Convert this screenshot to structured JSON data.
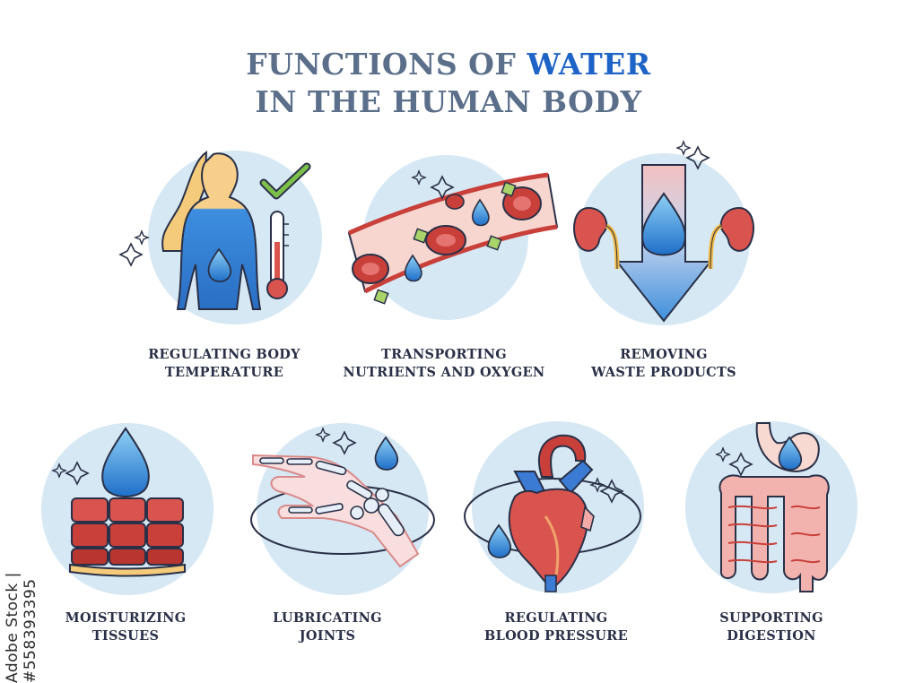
{
  "title": {
    "line1_prefix": "FUNCTIONS OF",
    "line1_accent": "WATER",
    "line2": "IN THE HUMAN BODY"
  },
  "functions": [
    {
      "line1": "REGULATING BODY",
      "line2": "TEMPERATURE",
      "icon": "body-temperature-icon"
    },
    {
      "line1": "TRANSPORTING",
      "line2": "NUTRIENTS AND OXYGEN",
      "icon": "blood-vessel-icon"
    },
    {
      "line1": "REMOVING",
      "line2": "WASTE PRODUCTS",
      "icon": "kidneys-icon"
    },
    {
      "line1": "MOISTURIZING",
      "line2": "TISSUES",
      "icon": "skin-tissue-icon"
    },
    {
      "line1": "LUBRICATING",
      "line2": "JOINTS",
      "icon": "hand-joint-icon"
    },
    {
      "line1": "REGULATING",
      "line2": "BLOOD PRESSURE",
      "icon": "heart-icon"
    },
    {
      "line1": "SUPPORTING",
      "line2": "DIGESTION",
      "icon": "intestines-icon"
    }
  ],
  "watermark": "Adobe Stock | #558393395",
  "colors": {
    "title": "#5b6f8a",
    "accent": "#1e63c6",
    "circle": "#d5e8f4",
    "water": "#2f86d8",
    "blood": "#c9403b",
    "label": "#2a3047"
  }
}
